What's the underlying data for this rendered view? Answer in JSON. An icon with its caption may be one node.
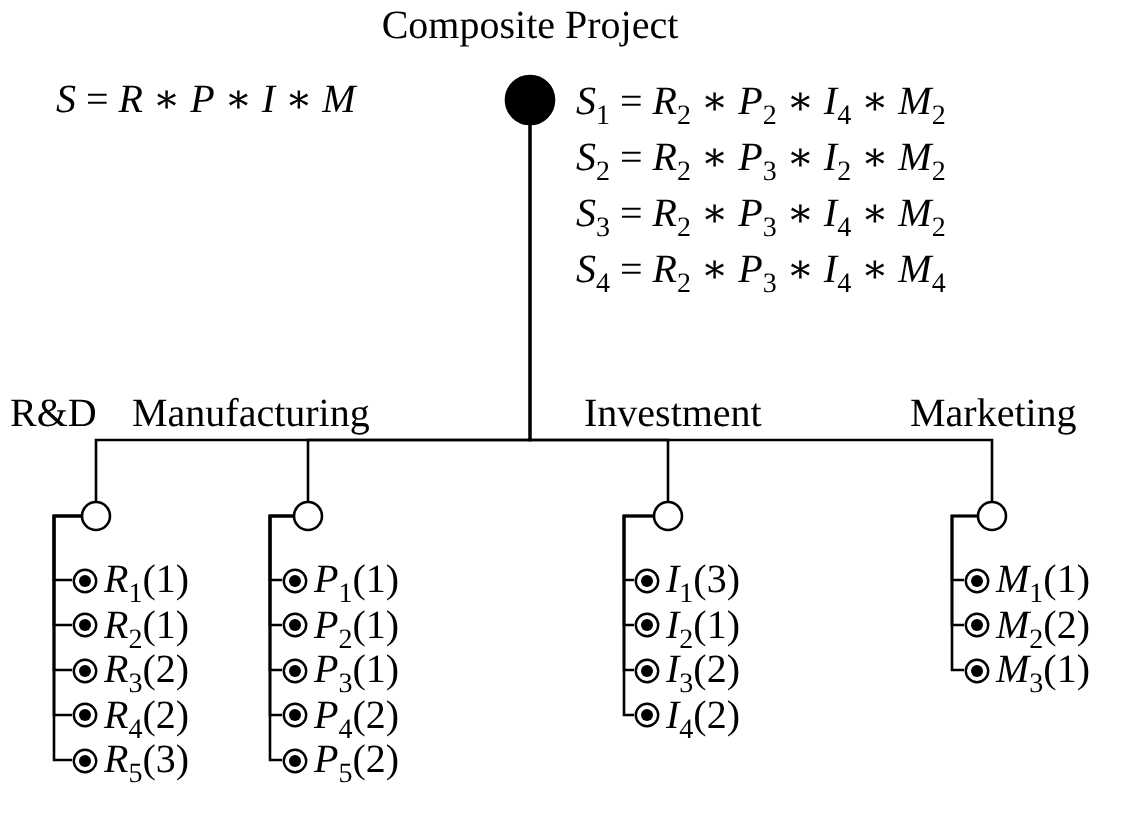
{
  "diagram": {
    "nodes": [
      {
        "text": [],
        "shape": "circle",
        "beside": [
          "Composite Project"
        ]
      },
      {
        "text": [],
        "shape": "circle",
        "beside": [
          "R&D"
        ]
      },
      {
        "text": [
          "*R*$_{1}$(1)"
        ]
      },
      {
        "text": [
          "*R*$_{2}$(1)"
        ]
      },
      {
        "text": [
          "*R*$_{3}$(2)"
        ]
      },
      {
        "text": [
          "*R*$_{4}$(2)"
        ]
      },
      {
        "text": [
          "*R*$_{5}$(3)"
        ]
      },
      {
        "text": [],
        "shape": "circle",
        "beside": [
          "Manufacturing"
        ]
      },
      {
        "text": [
          "*P*$_{1}$(1)"
        ]
      },
      {
        "text": [
          "*P*$_{2}$(1)"
        ]
      },
      {
        "text": [
          "*P*$_{3}$(1)"
        ]
      },
      {
        "text": [
          "*P*$_{4}$(2)"
        ]
      },
      {
        "text": [
          "*P*$_{5}$(2)"
        ]
      },
      {
        "text": [],
        "shape": "circle",
        "beside": [
          "Investment"
        ]
      },
      {
        "text": [
          "*I*$_{1}$(3)"
        ]
      },
      {
        "text": [
          "*I*$_{2}$(1)"
        ]
      },
      {
        "text": [
          "*I*$_{3}$(2)"
        ]
      },
      {
        "text": [
          "*I*$_{4}$(2)"
        ]
      },
      {
        "text": [],
        "shape": "circle",
        "beside": [
          "Marketing"
        ]
      },
      {
        "text": [
          "*M*$_{1}$(1)"
        ]
      },
      {
        "text": [
          "*M*$_{2}$(2)"
        ]
      },
      {
        "text": [
          "*M*$_{3}$(1)"
        ]
      }
    ],
    "edges": [
      {
        "from": 0,
        "to": 1,
        "arrow": "none"
      },
      {
        "from": 0,
        "to": 7,
        "arrow": "none"
      },
      {
        "from": 0,
        "to": 13,
        "arrow": "none"
      },
      {
        "from": 0,
        "to": 18,
        "arrow": "none"
      },
      {
        "from": 1,
        "to": 2,
        "arrow": "none"
      },
      {
        "from": 1,
        "to": 3,
        "arrow": "none"
      },
      {
        "from": 1,
        "to": 4,
        "arrow": "none"
      },
      {
        "from": 1,
        "to": 5,
        "arrow": "none"
      },
      {
        "from": 1,
        "to": 6,
        "arrow": "none"
      },
      {
        "from": 7,
        "to": 8,
        "arrow": "none"
      },
      {
        "from": 7,
        "to": 9,
        "arrow": "none"
      },
      {
        "from": 7,
        "to": 10,
        "arrow": "none"
      },
      {
        "from": 7,
        "to": 11,
        "arrow": "none"
      },
      {
        "from": 7,
        "to": 12,
        "arrow": "none"
      },
      {
        "from": 13,
        "to": 14,
        "arrow": "none"
      },
      {
        "from": 13,
        "to": 15,
        "arrow": "none"
      },
      {
        "from": 13,
        "to": 16,
        "arrow": "none"
      },
      {
        "from": 13,
        "to": 17,
        "arrow": "none"
      },
      {
        "from": 18,
        "to": 19,
        "arrow": "none"
      },
      {
        "from": 18,
        "to": 20,
        "arrow": "none"
      },
      {
        "from": 18,
        "to": 21,
        "arrow": "none"
      }
    ],
    "labels": [
      "*S* = *R* ∗ *P* ∗ *I* ∗ *M*",
      "*S*$_{1}$ = *R*$_{2}$ ∗ *P*$_{2}$ ∗ *I*$_{4}$ ∗ *M*$_{2}$",
      "*S*$_{2}$ = *R*$_{2}$ ∗ *P*$_{3}$ ∗ *I*$_{2}$ ∗ *M*$_{2}$",
      "*S*$_{3}$ = *R*$_{2}$ ∗ *P*$_{3}$ ∗ *I*$_{4}$ ∗ *M*$_{2}$",
      "*S*$_{4}$ = *R*$_{2}$ ∗ *P*$_{3}$ ∗ *I*$_{4}$ ∗ *M*$_{4}$"
    ]
  }
}
